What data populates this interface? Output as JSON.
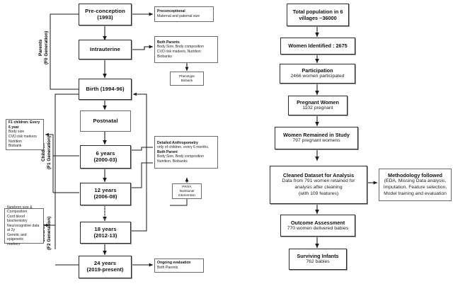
{
  "figure": {
    "left_panel": {
      "vertical_labels": [
        {
          "name": "parents-generation",
          "text": "Parents\n(F0 Generation)"
        },
        {
          "name": "children-f1-upper",
          "text": "Children\n(F1 Generation)"
        },
        {
          "name": "children-f2-lower",
          "text": "Children\n(F2 Generation)"
        }
      ],
      "spine": [
        {
          "id": "pre-conception",
          "title": "Pre-conception (1993)"
        },
        {
          "id": "intrauterine",
          "title": "Intrauterine"
        },
        {
          "id": "birth",
          "title": "Birth (1994-96)"
        },
        {
          "id": "postnatal",
          "title": "Postnatal"
        },
        {
          "id": "six-years",
          "title": "6 years",
          "subtitle": "(2000-03)"
        },
        {
          "id": "twelve-years",
          "title": "12 years",
          "subtitle": "(2006-08)"
        },
        {
          "id": "eighteen-years",
          "title": "18 years",
          "subtitle": "(2012-13)"
        },
        {
          "id": "twentyfour-years",
          "title": "24 years",
          "subtitle": "(2019-present)"
        }
      ],
      "annotations": [
        {
          "id": "preconceptional-note",
          "lines": [
            {
              "text": "Preconceptional",
              "bold": true
            },
            {
              "text": "Maternal and paternal size",
              "bold": false
            }
          ]
        },
        {
          "id": "both-parents-note",
          "lines": [
            {
              "text": "Both Parents",
              "bold": true
            },
            {
              "text": "Body Size, Body composition",
              "bold": false
            },
            {
              "text": "CVD risk markers, Nutrition",
              "bold": false
            },
            {
              "text": "Biobanks",
              "bold": false
            }
          ]
        },
        {
          "id": "phenotype-biobank-note",
          "lines": [
            {
              "text": "Phenotype",
              "bold": false
            },
            {
              "text": "Biobank",
              "bold": false
            }
          ]
        },
        {
          "id": "f1-children-note",
          "lines": [
            {
              "text": "F1 children: Every",
              "bold": true
            },
            {
              "text": "6 year",
              "bold": true
            },
            {
              "text": "Body size",
              "bold": false
            },
            {
              "text": "CVD risk markers",
              "bold": false
            },
            {
              "text": "Nutrition",
              "bold": false
            },
            {
              "text": "Biobank",
              "bold": false
            }
          ]
        },
        {
          "id": "detailed-anthropometry-note",
          "lines": [
            {
              "text": "Detailed Anthropometry",
              "bold": true
            },
            {
              "text": "only of children, every 6 months.",
              "bold": false
            },
            {
              "text": "Both Parent",
              "bold": true
            },
            {
              "text": "Body Size, Body composition",
              "bold": false
            },
            {
              "text": "Nutrition, Biobanks",
              "bold": false
            }
          ]
        },
        {
          "id": "priya-note",
          "lines": [
            {
              "text": "PRIYA",
              "bold": false
            },
            {
              "text": "Nutritional",
              "bold": false
            },
            {
              "text": "Intervention",
              "bold": false
            }
          ]
        },
        {
          "id": "newborn-note",
          "lines": [
            {
              "text": "Newborn size &",
              "bold": false
            },
            {
              "text": "Composition",
              "bold": false
            },
            {
              "text": "Cord blood",
              "bold": false
            },
            {
              "text": "biochemistry",
              "bold": false
            },
            {
              "text": "Neurocognitive data",
              "bold": false
            },
            {
              "text": "at 2y",
              "bold": false
            },
            {
              "text": "Genetic and epigenetic",
              "bold": false
            },
            {
              "text": "markers",
              "bold": false
            }
          ]
        },
        {
          "id": "ongoing-evaluation-note",
          "lines": [
            {
              "text": "Ongoing evaluation",
              "bold": true
            },
            {
              "text": "Both Parents",
              "bold": false
            }
          ]
        }
      ]
    },
    "right_panel": {
      "spine": [
        {
          "id": "total-population",
          "title": "Total population in 6",
          "title2": "villages ~36000"
        },
        {
          "id": "women-identified",
          "title": "Women Identified : 2675"
        },
        {
          "id": "participation",
          "title": "Participation",
          "subtitle": "2466 women participated"
        },
        {
          "id": "pregnant-women",
          "title": "Pregnant Women",
          "subtitle": "1102 pregnant"
        },
        {
          "id": "women-remained",
          "title": "Women Remained in Study",
          "subtitle": "797 pregnant womens"
        },
        {
          "id": "cleaned-dataset",
          "title": "Cleaned Dataset for Analysis",
          "subtitle": "Data from 791 women retained for",
          "subtitle2": "analysis after cleaning",
          "subtitle3": "(with 109 features)"
        },
        {
          "id": "outcome-assessment",
          "title": "Outcome Assessment",
          "subtitle": "770 women delivered babies"
        },
        {
          "id": "surviving-infants",
          "title": "Surviving Infants",
          "subtitle": "762 babies"
        }
      ],
      "side_box": {
        "id": "methodology-followed",
        "title": "Methodology followed",
        "subtitle": "(EDA, Missing Data analysis,",
        "subtitle2": "Imputation, Feature selection,",
        "subtitle3": "Model training and evaluation"
      }
    }
  },
  "colors": {
    "stroke": "#1a1a1a",
    "box_border": "#3a3a3a",
    "background": "#ffffff",
    "dashed": "#8d8d8d"
  }
}
